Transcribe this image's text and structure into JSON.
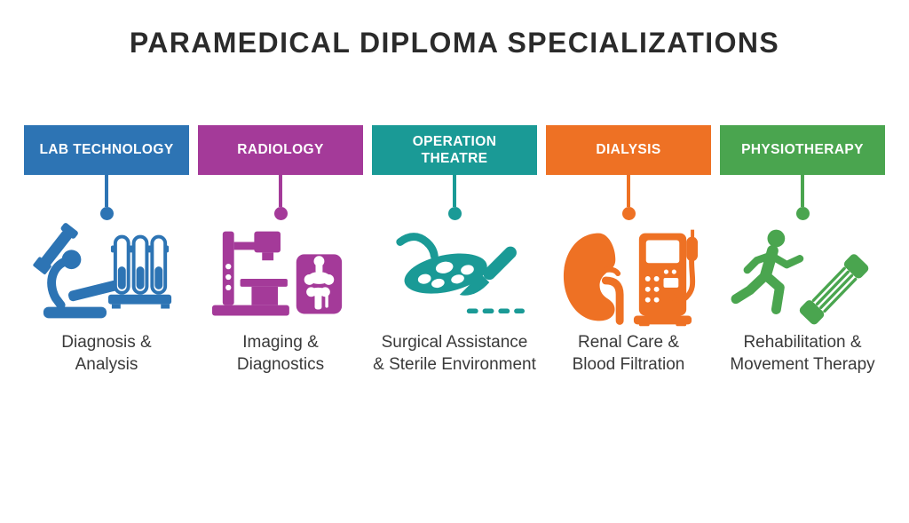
{
  "title": "PARAMEDICAL DIPLOMA SPECIALIZATIONS",
  "colors": {
    "background": "#ffffff",
    "title_text": "#2b2b2b",
    "caption_text": "#3a3a3a",
    "header_text": "#ffffff"
  },
  "columns": [
    {
      "id": "lab-technology",
      "label_lines": [
        "LAB TECHNOLOGY"
      ],
      "caption_lines": [
        "Diagnosis &",
        "Analysis"
      ],
      "color": "#2d74b4",
      "icon": "microscope-and-test-tubes"
    },
    {
      "id": "radiology",
      "label_lines": [
        "RADIOLOGY"
      ],
      "caption_lines": [
        "Imaging &",
        "Diagnostics"
      ],
      "color": "#a43a99",
      "icon": "xray-machine-and-knee-film"
    },
    {
      "id": "operation-theatre",
      "label_lines": [
        "OPERATION",
        "THEATRE"
      ],
      "caption_lines": [
        "Surgical Assistance",
        "& Sterile Environment"
      ],
      "color": "#1a9a96",
      "icon": "surgical-lamp-and-scalpel"
    },
    {
      "id": "dialysis",
      "label_lines": [
        "DIALYSIS"
      ],
      "caption_lines": [
        "Renal Care &",
        "Blood Filtration"
      ],
      "color": "#ee7124",
      "icon": "kidney-and-dialysis-machine"
    },
    {
      "id": "physiotherapy",
      "label_lines": [
        "PHYSIOTHERAPY"
      ],
      "caption_lines": [
        "Rehabilitation &",
        "Movement Therapy"
      ],
      "color": "#4aa54f",
      "icon": "runner-and-resistance-band"
    }
  ]
}
